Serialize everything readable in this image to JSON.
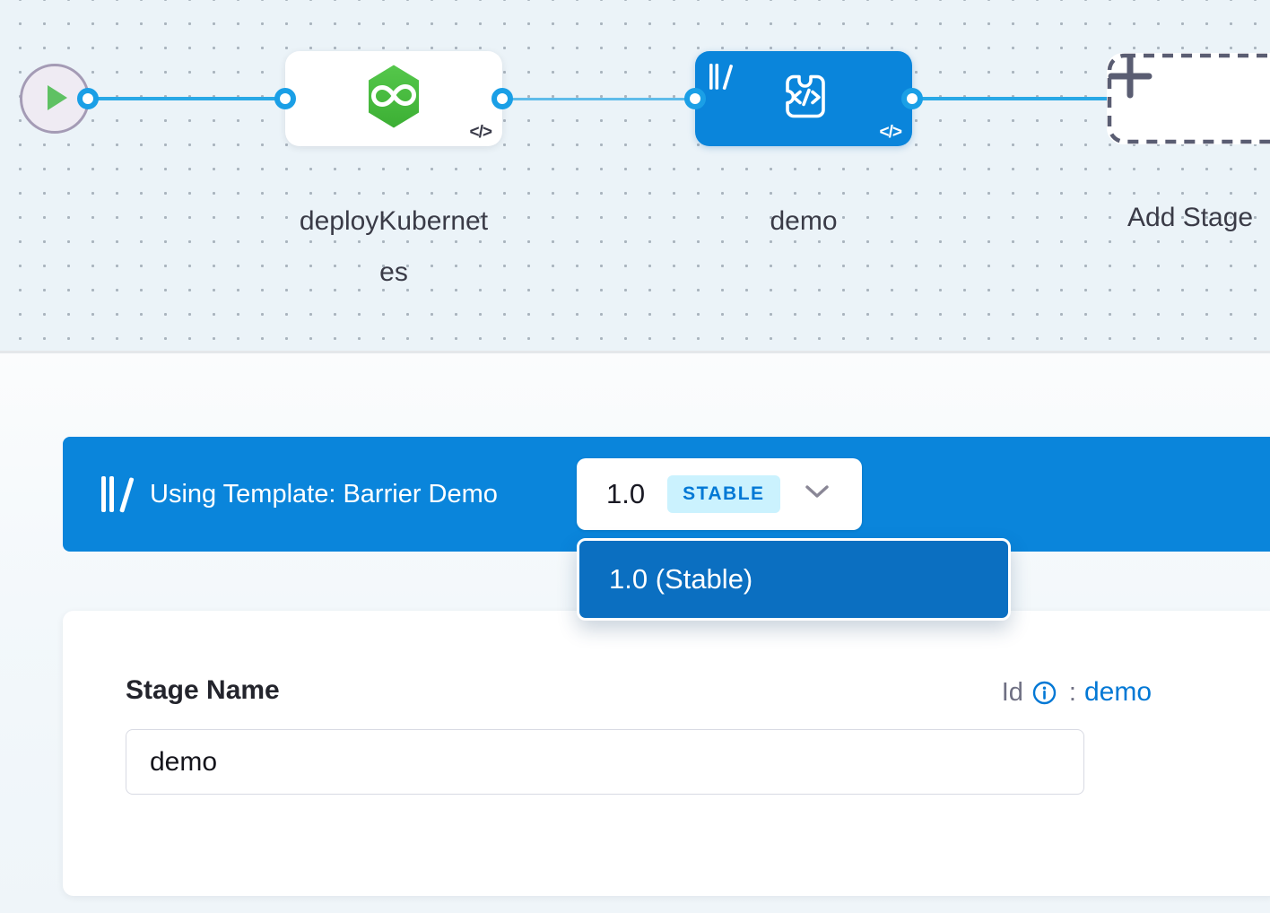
{
  "pipeline_canvas": {
    "stages": [
      {
        "name": "deployKubernetes",
        "type": "deploy"
      },
      {
        "name": "demo",
        "type": "template-stage"
      }
    ],
    "add_stage_label": "Add Stage"
  },
  "template_banner": {
    "label": "Using Template: Barrier Demo",
    "version": "1.0",
    "version_badge": "STABLE"
  },
  "version_menu": {
    "items": [
      "1.0 (Stable)"
    ]
  },
  "stage_form": {
    "name_label": "Stage Name",
    "name_value": "demo",
    "id_label": "Id",
    "id_colon": ":",
    "id_value": "demo"
  },
  "icons": {
    "code": "</>",
    "plus": "+"
  },
  "colors": {
    "banner_blue": "#0A85DB",
    "menu_blue": "#0B6FC1",
    "node_blue": "#0A85DB",
    "connector_blue": "#1A9FE6",
    "hexagon_green": "#45BA3C",
    "play_green": "#5FC163",
    "stable_badge_bg": "#CBF2FE",
    "stable_badge_text": "#0278D5",
    "id_link_blue": "#0278D5",
    "canvas_bg": "#EBF3F8"
  }
}
